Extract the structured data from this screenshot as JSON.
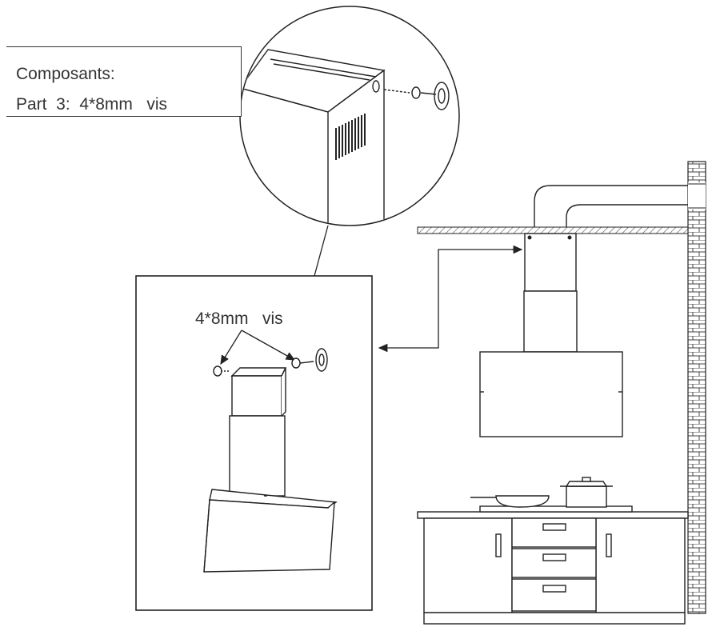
{
  "legend": {
    "heading": "Composants:",
    "part_line": "Part  3:  4*8mm   vis"
  },
  "callout": {
    "screw_label": "4*8mm   vis"
  },
  "colors": {
    "line": "#222222",
    "hatch": "#555555",
    "background": "#ffffff"
  }
}
